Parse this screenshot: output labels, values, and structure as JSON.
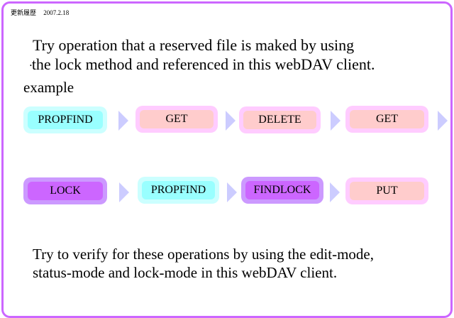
{
  "revision": {
    "label": "更新履歴",
    "date": "2007.2.18"
  },
  "intro": {
    "line1": "Try operation that a reserved file is maked by using",
    "bullet": "•",
    "line2": "the lock method  and referenced in this webDAV client."
  },
  "example_label": "example",
  "sequence_row1": [
    {
      "label": "PROPFIND",
      "style": "cyan"
    },
    {
      "label": "GET",
      "style": "pink"
    },
    {
      "label": "DELETE",
      "style": "pink"
    },
    {
      "label": "GET",
      "style": "pink"
    }
  ],
  "sequence_row2": [
    {
      "label": "LOCK",
      "style": "purple"
    },
    {
      "label": "PROPFIND",
      "style": "cyan"
    },
    {
      "label": "FINDLOCK",
      "style": "purple"
    },
    {
      "label": "PUT",
      "style": "pink"
    }
  ],
  "outro": {
    "line1": "Try to verify for these operations by using the edit-mode,",
    "line2": "status-mode and lock-mode in this webDAV client."
  },
  "colors": {
    "frame": "#cc66ff",
    "cyan_outer": "#ccffff",
    "cyan_inner": "#99ffff",
    "pink_outer": "#ffccff",
    "pink_inner": "#ffcccc",
    "purple_outer": "#cc99ff",
    "purple_inner": "#cc66ff",
    "arrow": "#ccccff"
  }
}
